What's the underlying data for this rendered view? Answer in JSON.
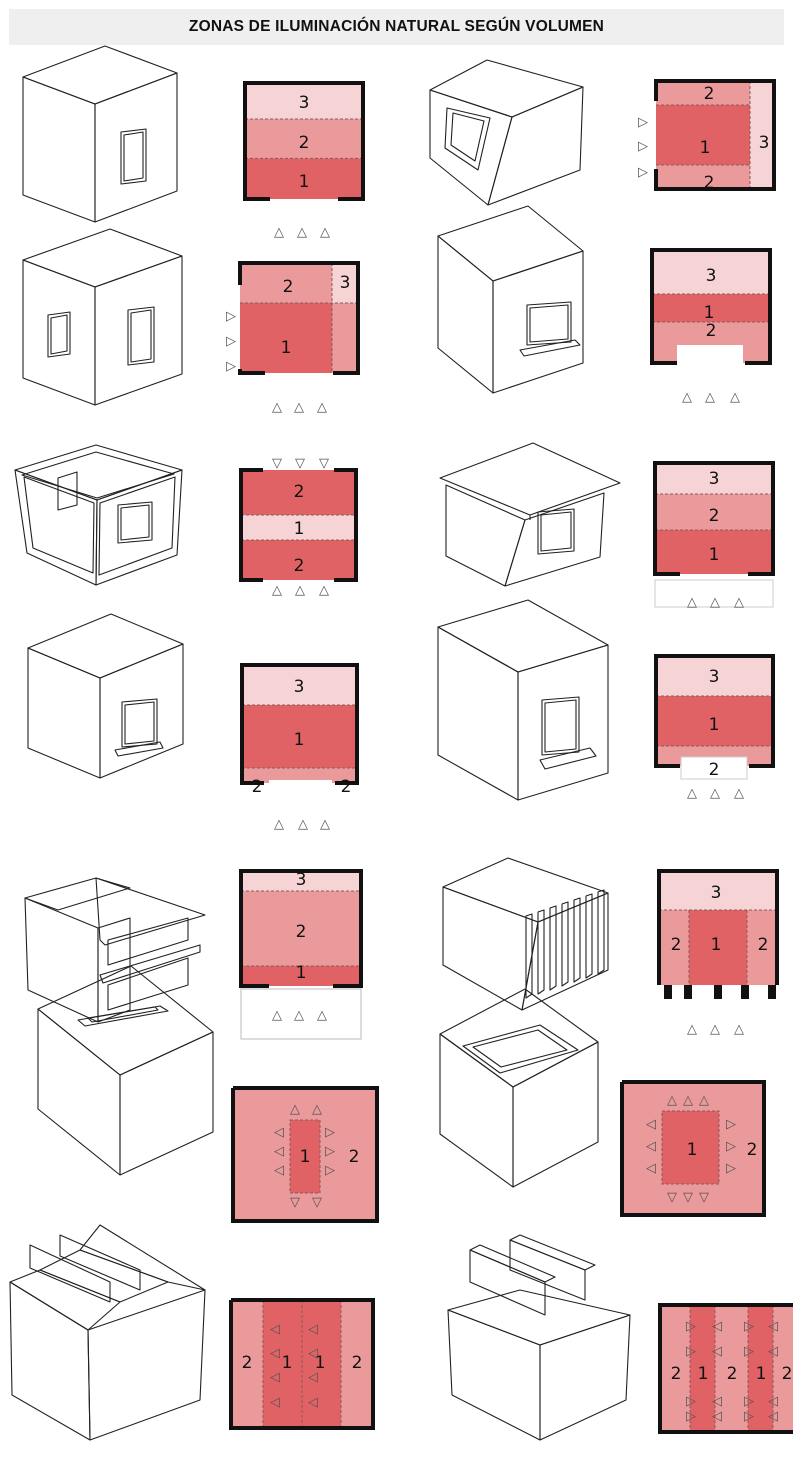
{
  "title": "ZONAS DE ILUMINACIÓN NATURAL SEGÚN VOLUMEN",
  "colors": {
    "zone1": "#e06265",
    "zone2": "#eb9a9c",
    "zone3": "#f6d4d5",
    "wall": "#111111",
    "line": "#222222"
  },
  "zone_labels": {
    "z1": "1",
    "z2": "2",
    "z3": "3"
  },
  "light_arrow_glyphs": {
    "up": "△",
    "down": "▽",
    "left": "◁",
    "right": "▷"
  },
  "diagrams": [
    {
      "id": "single-window",
      "zones_top_to_bottom": [
        "3",
        "2",
        "1"
      ],
      "light_from": [
        "bottom"
      ]
    },
    {
      "id": "side-window-tall",
      "zones": [
        "2",
        "1",
        "2",
        "3"
      ],
      "light_from": [
        "left"
      ]
    },
    {
      "id": "two-windows-corner",
      "zones": [
        "2",
        "3",
        "1"
      ],
      "light_from": [
        "left",
        "bottom"
      ]
    },
    {
      "id": "window-with-ledge",
      "zones_top_to_bottom": [
        "3",
        "1",
        "2"
      ],
      "light_from": [
        "bottom"
      ]
    },
    {
      "id": "opposite-windows",
      "zones_top_to_bottom": [
        "2",
        "1",
        "2"
      ],
      "light_from": [
        "top",
        "bottom"
      ]
    },
    {
      "id": "overhang-roof",
      "zones_top_to_bottom": [
        "3",
        "2",
        "1"
      ],
      "light_from": [
        "bottom"
      ]
    },
    {
      "id": "light-shelf-interior",
      "zones_top_to_bottom": [
        "3",
        "1",
        "2"
      ],
      "light_from": [
        "bottom"
      ]
    },
    {
      "id": "light-shelf-exterior",
      "zones_top_to_bottom": [
        "3",
        "1",
        "2"
      ],
      "light_from": [
        "bottom"
      ]
    },
    {
      "id": "double-shelves",
      "zones_top_to_bottom": [
        "3",
        "2",
        "1"
      ],
      "light_from": [
        "bottom"
      ]
    },
    {
      "id": "vertical-fins",
      "zones": [
        "3",
        "2",
        "1",
        "2"
      ],
      "light_from": [
        "bottom"
      ]
    },
    {
      "id": "skylight-strip",
      "zones": [
        "1",
        "2"
      ],
      "light_from": [
        "top"
      ]
    },
    {
      "id": "skylight-square",
      "zones": [
        "1",
        "2"
      ],
      "light_from": [
        "top"
      ]
    },
    {
      "id": "sawtooth-roof",
      "zones_left_to_right": [
        "2",
        "1",
        "1",
        "2"
      ],
      "light_from": [
        "top"
      ]
    },
    {
      "id": "monitor-roof",
      "zones_left_to_right": [
        "2",
        "1",
        "2",
        "1",
        "2"
      ],
      "light_from": [
        "top"
      ]
    }
  ]
}
